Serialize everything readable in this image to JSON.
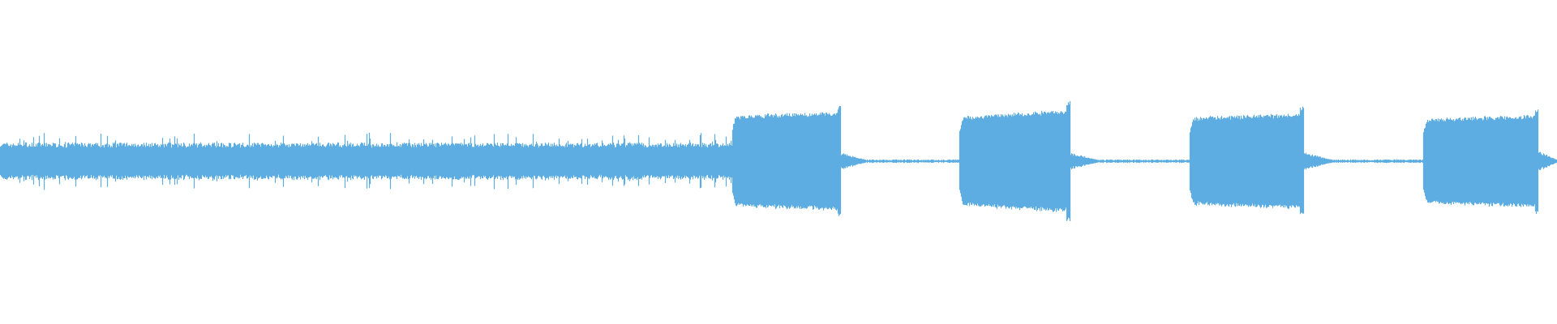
{
  "waveform": {
    "color": "#5dade2",
    "background": "#ffffff",
    "duration_fraction_segments": [
      {
        "kind": "dense-noise",
        "start": 0.0,
        "end": 0.47,
        "amplitude": 0.12,
        "peak": 0.18
      },
      {
        "kind": "burst",
        "start": 0.47,
        "end": 0.54,
        "amplitude_start": 0.28,
        "amplitude_end": 0.31,
        "spike": 0.35
      },
      {
        "kind": "tail",
        "start": 0.54,
        "end": 0.556,
        "amplitude": 0.05
      },
      {
        "kind": "quiet",
        "start": 0.556,
        "end": 0.616,
        "amplitude": 0.008
      },
      {
        "kind": "burst",
        "start": 0.616,
        "end": 0.687,
        "amplitude_start": 0.27,
        "amplitude_end": 0.32,
        "spike": 0.38
      },
      {
        "kind": "tail",
        "start": 0.687,
        "end": 0.705,
        "amplitude": 0.05
      },
      {
        "kind": "quiet",
        "start": 0.705,
        "end": 0.764,
        "amplitude": 0.008
      },
      {
        "kind": "burst",
        "start": 0.764,
        "end": 0.837,
        "amplitude_start": 0.27,
        "amplitude_end": 0.3,
        "spike": 0.34
      },
      {
        "kind": "tail",
        "start": 0.837,
        "end": 0.856,
        "amplitude": 0.05
      },
      {
        "kind": "quiet",
        "start": 0.856,
        "end": 0.914,
        "amplitude": 0.008
      },
      {
        "kind": "burst",
        "start": 0.914,
        "end": 0.988,
        "amplitude_start": 0.26,
        "amplitude_end": 0.29,
        "spike": 0.33
      },
      {
        "kind": "tail",
        "start": 0.988,
        "end": 1.0,
        "amplitude": 0.06
      }
    ]
  }
}
